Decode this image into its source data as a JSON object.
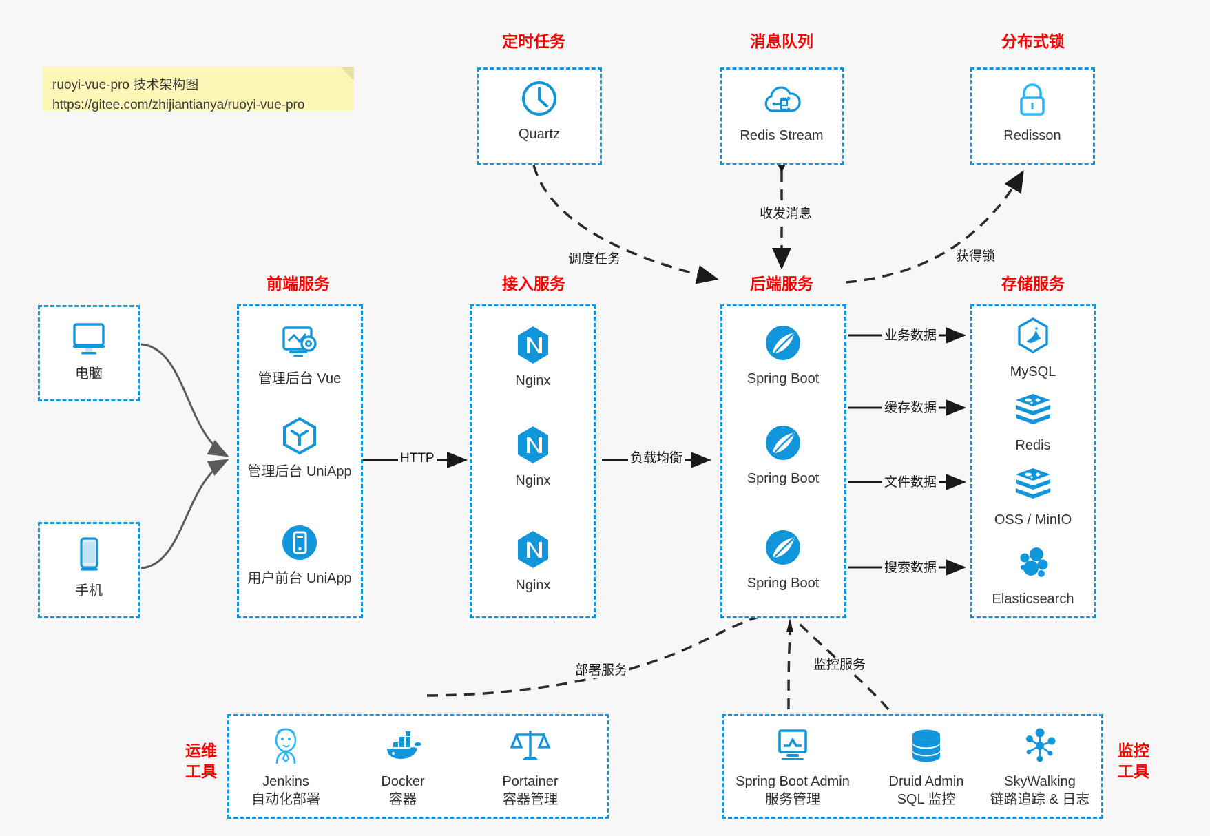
{
  "note": {
    "line1": "ruoyi-vue-pro 技术架构图",
    "line2": "https://gitee.com/zhijiantianya/ruoyi-vue-pro"
  },
  "groups": {
    "scheduled_tasks": {
      "title": "定时任务",
      "nodes": [
        {
          "label": "Quartz",
          "icon": "clock-icon"
        }
      ]
    },
    "message_queue": {
      "title": "消息队列",
      "nodes": [
        {
          "label": "Redis Stream",
          "icon": "cloud-stream-icon"
        }
      ]
    },
    "distributed_lock": {
      "title": "分布式锁",
      "nodes": [
        {
          "label": "Redisson",
          "icon": "padlock-icon"
        }
      ]
    },
    "clients": {
      "nodes": [
        {
          "label": "电脑",
          "icon": "desktop-monitor-icon"
        },
        {
          "label": "手机",
          "icon": "mobile-phone-icon"
        }
      ]
    },
    "frontend_services": {
      "title": "前端服务",
      "nodes": [
        {
          "label": "管理后台 Vue",
          "icon": "admin-dashboard-icon"
        },
        {
          "label": "管理后台 UniApp",
          "icon": "uniapp-hexagon-icon"
        },
        {
          "label": "用户前台 UniApp",
          "icon": "phone-circle-icon"
        }
      ]
    },
    "access_services": {
      "title": "接入服务",
      "nodes": [
        {
          "label": "Nginx",
          "icon": "nginx-icon"
        },
        {
          "label": "Nginx",
          "icon": "nginx-icon"
        },
        {
          "label": "Nginx",
          "icon": "nginx-icon"
        }
      ]
    },
    "backend_services": {
      "title": "后端服务",
      "nodes": [
        {
          "label": "Spring Boot",
          "icon": "spring-boot-icon"
        },
        {
          "label": "Spring Boot",
          "icon": "spring-boot-icon"
        },
        {
          "label": "Spring Boot",
          "icon": "spring-boot-icon"
        }
      ]
    },
    "storage_services": {
      "title": "存储服务",
      "nodes": [
        {
          "label": "MySQL",
          "icon": "mysql-dolphin-icon"
        },
        {
          "label": "Redis",
          "icon": "redis-stack-icon"
        },
        {
          "label": "OSS / MinIO",
          "icon": "redis-stack-icon"
        },
        {
          "label": "Elasticsearch",
          "icon": "elasticsearch-icon"
        }
      ]
    },
    "devops_tools": {
      "title": "运维\n工具",
      "nodes": [
        {
          "label": "Jenkins",
          "sub": "自动化部署",
          "icon": "jenkins-butler-icon"
        },
        {
          "label": "Docker",
          "sub": "容器",
          "icon": "docker-whale-icon"
        },
        {
          "label": "Portainer",
          "sub": "容器管理",
          "icon": "scales-icon"
        }
      ]
    },
    "monitoring_tools": {
      "title": "监控\n工具",
      "nodes": [
        {
          "label": "Spring Boot Admin",
          "sub": "服务管理",
          "icon": "monitor-chart-icon"
        },
        {
          "label": "Druid Admin",
          "sub": "SQL 监控",
          "icon": "database-cylinder-icon"
        },
        {
          "label": "SkyWalking",
          "sub": "链路追踪 & 日志",
          "icon": "skywalking-node-icon"
        }
      ]
    }
  },
  "edges": {
    "http": "HTTP",
    "load_balance": "负载均衡",
    "schedule_task": "调度任务",
    "send_receive_message": "收发消息",
    "acquire_lock": "获得锁",
    "business_data": "业务数据",
    "cache_data": "缓存数据",
    "file_data": "文件数据",
    "search_data": "搜索数据",
    "deploy_service": "部署服务",
    "monitor_service": "监控服务"
  },
  "colors": {
    "accent_blue": "#1296db",
    "title_red": "#ff0000",
    "note_yellow": "#fdf6b6",
    "background": "#f7f7f7"
  }
}
